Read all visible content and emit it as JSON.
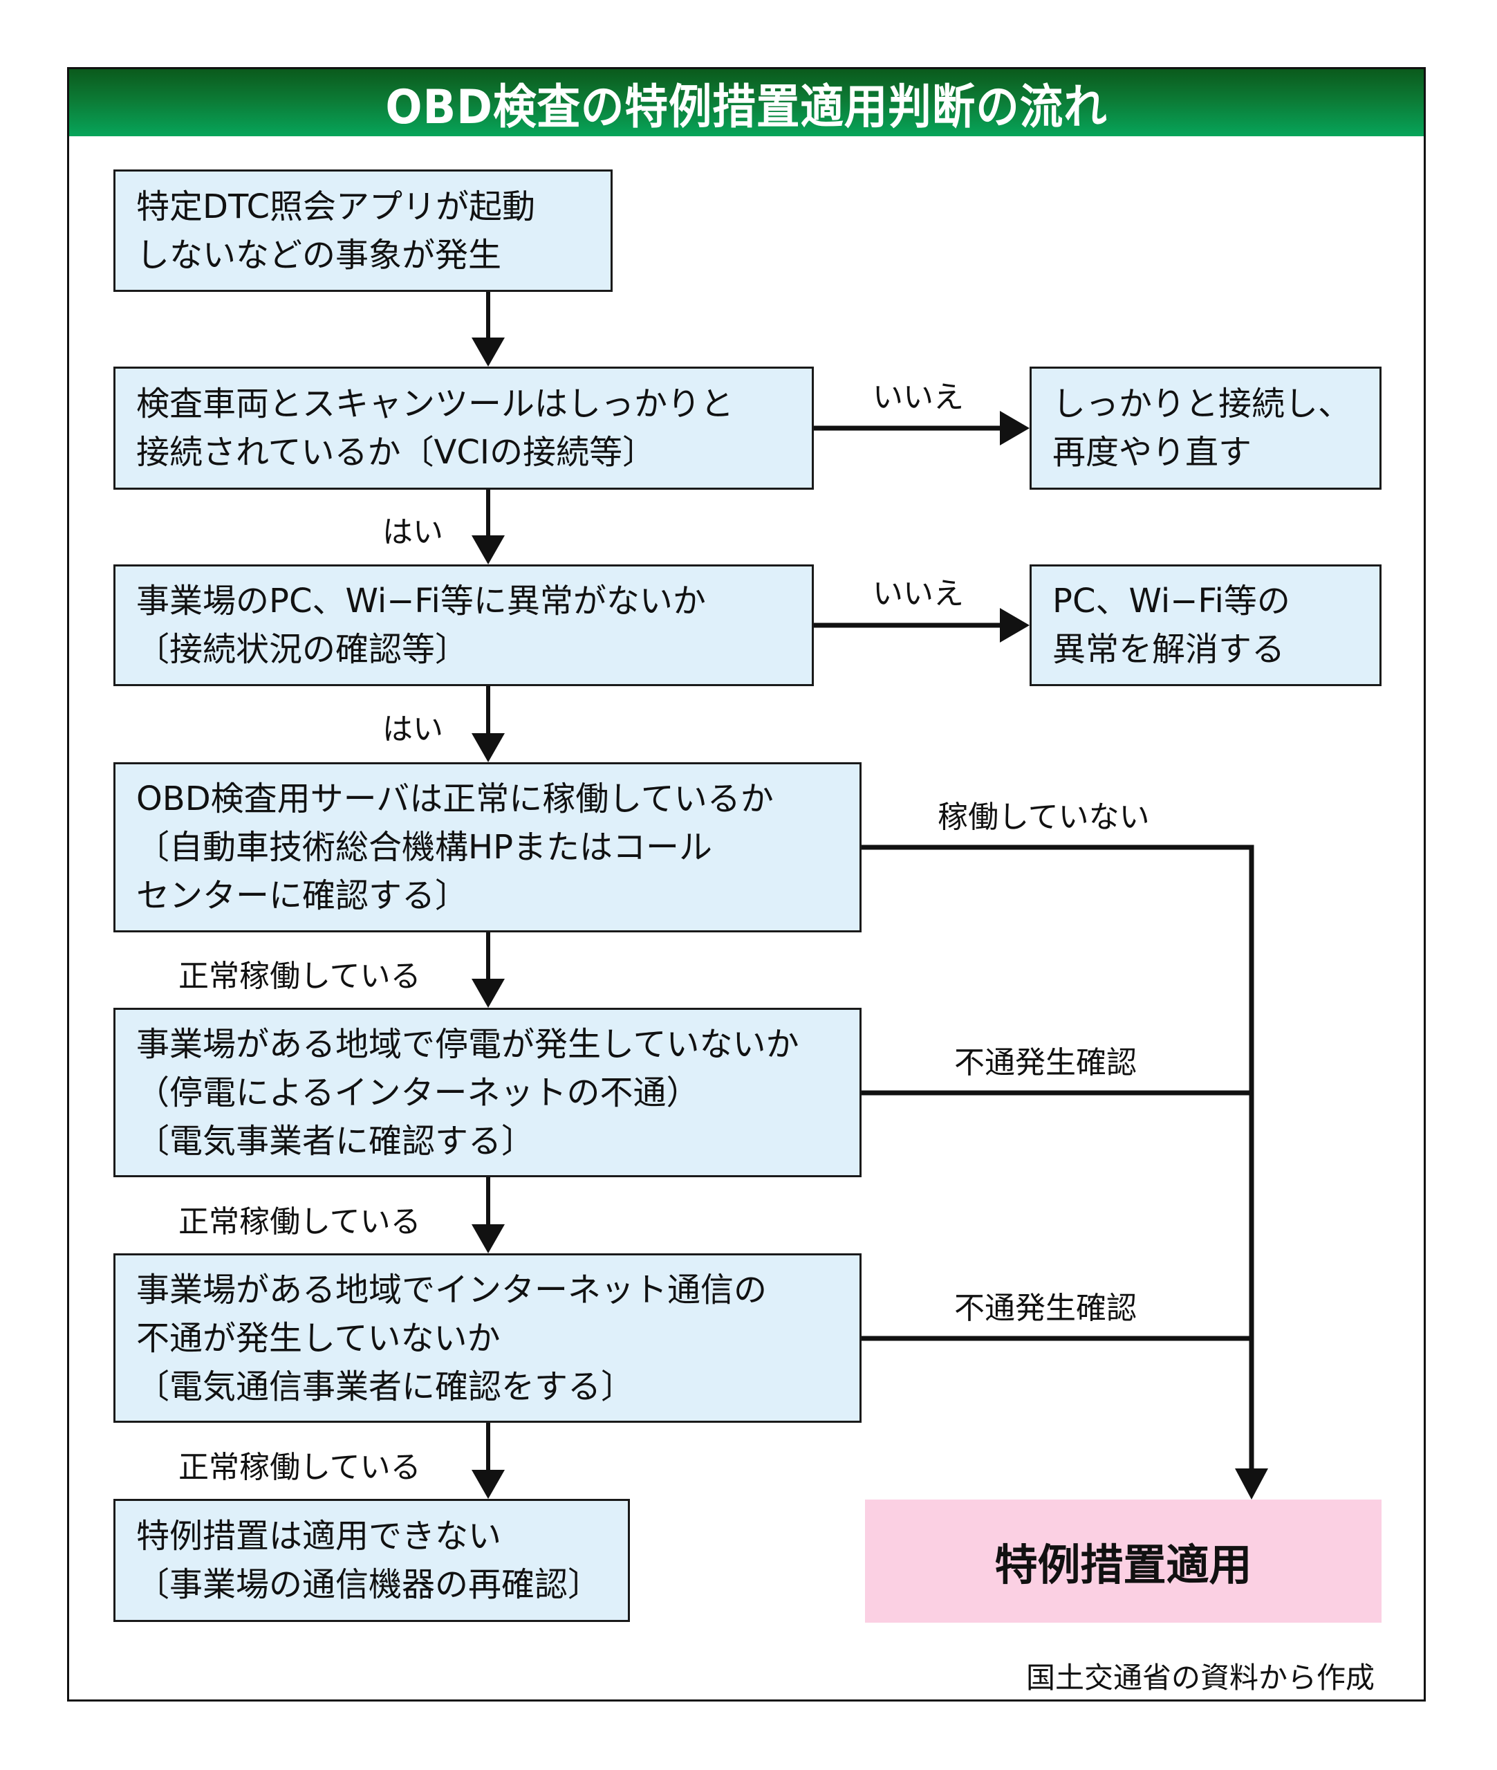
{
  "title": "OBD検査の特例措置適用判断の流れ",
  "colors": {
    "header_top": "#0b5a1c",
    "header_bottom": "#07a55a",
    "box_fill": "#dff0fa",
    "result_fill": "#fbd0e3",
    "line": "#111111"
  },
  "nodes": {
    "start": {
      "lines": [
        "特定DTC照会アプリが起動",
        "しないなどの事象が発生"
      ]
    },
    "q1": {
      "lines": [
        "検査車両とスキャンツールはしっかりと",
        "接続されているか〔VCIの接続等〕"
      ]
    },
    "a1": {
      "lines": [
        "しっかりと接続し、",
        "再度やり直す"
      ]
    },
    "q2": {
      "lines": [
        "事業場のPC、Wi−Fi等に異常がないか",
        "〔接続状況の確認等〕"
      ]
    },
    "a2": {
      "lines": [
        "PC、Wi−Fi等の",
        "異常を解消する"
      ]
    },
    "q3": {
      "lines": [
        "OBD検査用サーバは正常に稼働しているか",
        "〔自動車技術総合機構HPまたはコール",
        "センターに確認する〕"
      ]
    },
    "q4": {
      "lines": [
        "事業場がある地域で停電が発生していないか",
        "（停電によるインターネットの不通）",
        "〔電気事業者に確認する〕"
      ]
    },
    "q5": {
      "lines": [
        "事業場がある地域でインターネット通信の",
        "不通が発生していないか",
        "〔電気通信事業者に確認をする〕"
      ]
    },
    "end_no": {
      "lines": [
        "特例措置は適用できない",
        "〔事業場の通信機器の再確認〕"
      ]
    },
    "end_yes": {
      "label": "特例措置適用"
    }
  },
  "edges": {
    "q1_no": "いいえ",
    "q1_yes": "はい",
    "q2_no": "いいえ",
    "q2_yes": "はい",
    "q3_no": "稼働していない",
    "q3_yes": "正常稼働している",
    "q4_no": "不通発生確認",
    "q4_yes": "正常稼働している",
    "q5_no": "不通発生確認",
    "q5_yes": "正常稼働している"
  },
  "source": "国土交通省の資料から作成"
}
